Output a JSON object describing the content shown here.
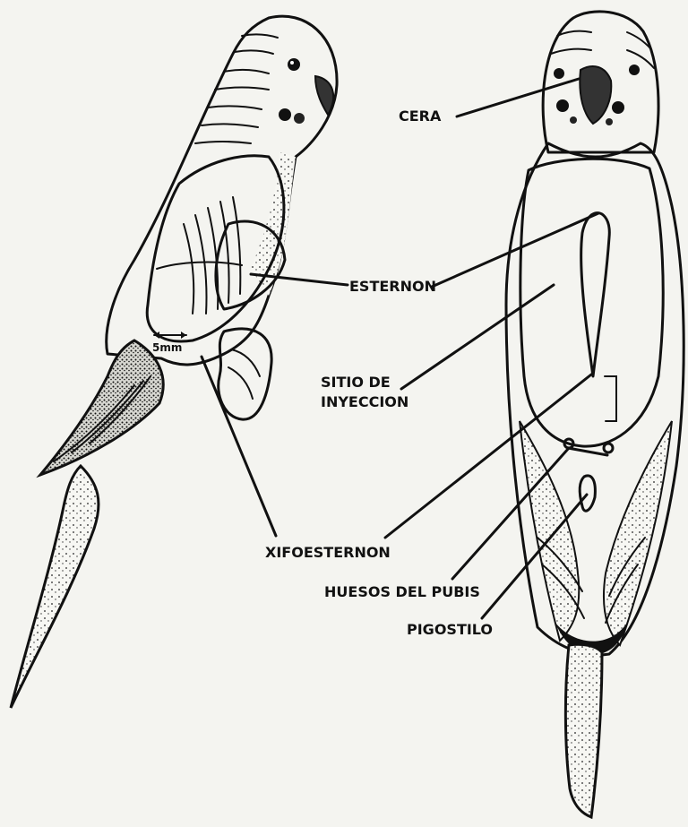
{
  "labels": {
    "cera": "CERA",
    "esternon": "ESTERNON",
    "sitio_line1": "SITIO DE",
    "sitio_line2": "INYECCION",
    "xifoesternon": "XIFOESTERNON",
    "huesos_del_pubis": "HUESOS DEL PUBIS",
    "pigostilo": "PIGOSTILO",
    "scale_bar": "5mm"
  }
}
